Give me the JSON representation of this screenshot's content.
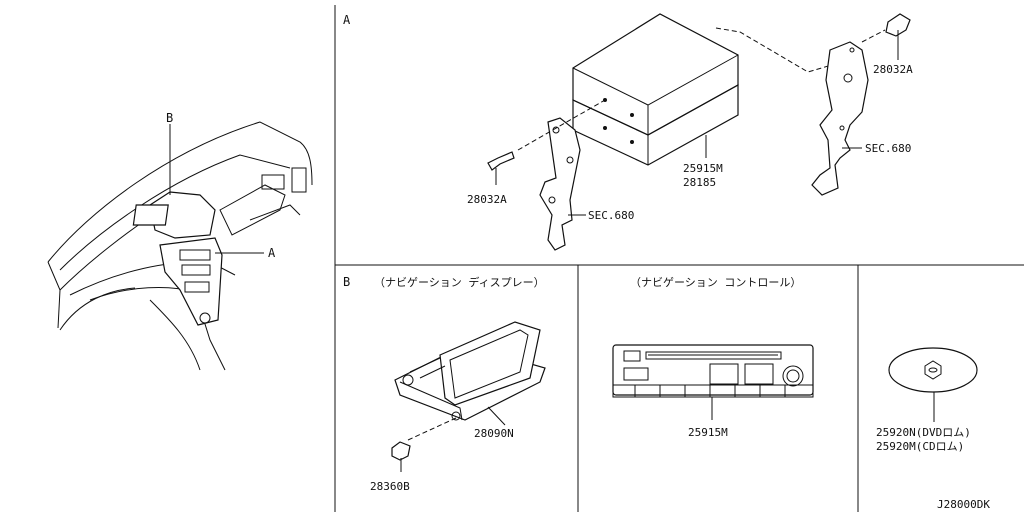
{
  "sections": {
    "a": "A",
    "b": "B",
    "b_caption_display": "（ナビゲーション ディスプレー）",
    "c_caption_control": "（ナビゲーション コントロール）"
  },
  "overview": {
    "label_b": "B",
    "label_a": "A"
  },
  "parts": {
    "screw_left": "28032A",
    "screw_right": "28032A",
    "sec_left": "SEC.680",
    "sec_right": "SEC.680",
    "nav_unit_1": "25915M",
    "nav_unit_2": "28185",
    "display": "28090N",
    "display_screw": "28360B",
    "control": "25915M",
    "disc_dvd": "25920N(DVDロム)",
    "disc_cd": "25920M(CDロム)"
  },
  "diagram_code": "J28000DK"
}
